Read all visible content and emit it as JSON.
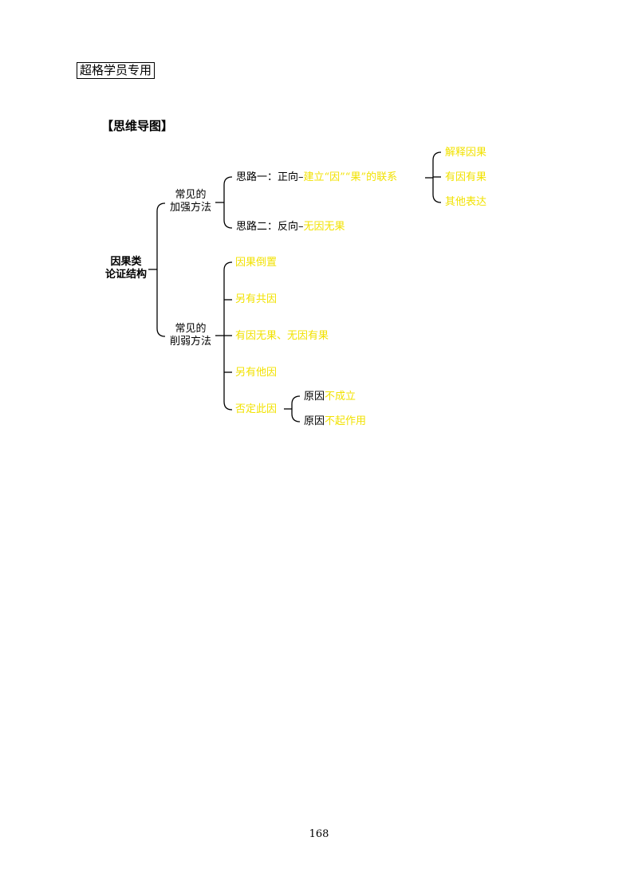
{
  "header": {
    "badge": "超格学员专用"
  },
  "section_title": "【思维导图】",
  "mindmap": {
    "root": {
      "line1": "因果类",
      "line2": "论证结构"
    },
    "strengthen": {
      "line1": "常见的",
      "line2": "加强方法",
      "idea1": {
        "prefix": "思路一：正向–",
        "highlight": "建立“因”“果”的联系",
        "children": [
          "解释因果",
          "有因有果",
          "其他表达"
        ]
      },
      "idea2": {
        "prefix": "思路二：反向–",
        "highlight": "无因无果"
      }
    },
    "weaken": {
      "line1": "常见的",
      "line2": "削弱方法",
      "items": [
        "因果倒置",
        "另有共因",
        "有因无果、无因有果",
        "另有他因",
        "否定此因"
      ],
      "deny_cause": [
        {
          "prefix": "原因",
          "highlight": "不成立"
        },
        {
          "prefix": "原因",
          "highlight": "不起作用"
        }
      ]
    }
  },
  "colors": {
    "highlight": "#f2e200",
    "text": "#000000"
  },
  "page_number": "168"
}
